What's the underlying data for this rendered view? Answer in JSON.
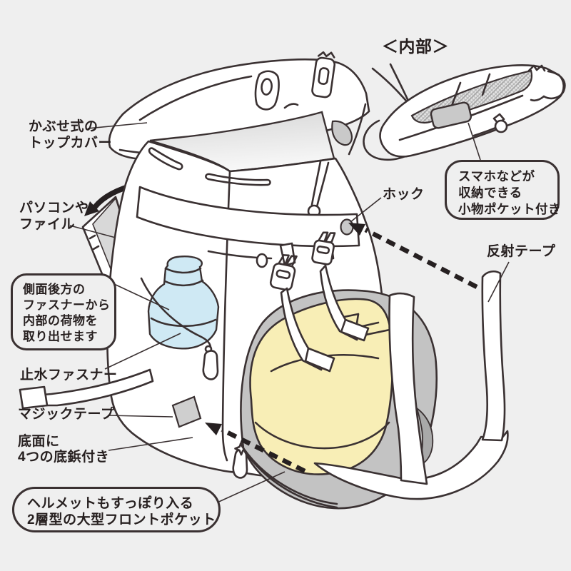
{
  "colors": {
    "background": "#efefef",
    "line": "#3a3132",
    "text": "#272020",
    "arrow": "#262021",
    "bottle": "#cfe9f4",
    "helmet": "#f8eeb6",
    "lining": "#c3c3c3",
    "lining_dark": "#a9a9a9",
    "laptop": "#d8d8d8",
    "phone": "#c9c9c9",
    "snap": "#c9c9c9"
  },
  "annotations": {
    "top_cover": {
      "lines": [
        "かぶせ式の",
        "トップカバー"
      ]
    },
    "pc_files": {
      "lines": [
        "パソコンや",
        "ファイル"
      ]
    },
    "side_zipper_note": {
      "lines": [
        "側面後方の",
        "ファスナーから",
        "内部の荷物を",
        "取り出せます"
      ]
    },
    "water_zipper": {
      "label": "止水ファスナー"
    },
    "velcro": {
      "label": "マジックテープ"
    },
    "bottom_studs": {
      "lines": [
        "底面に",
        "4つの底鋲付き"
      ]
    },
    "front_pocket_note": {
      "lines": [
        "ヘルメットもすっぽり入る",
        "2層型の大型フロントポケット"
      ]
    },
    "interior_title": {
      "label": "＜内部＞"
    },
    "pocket_note": {
      "lines": [
        "スマホなどが",
        "収納できる",
        "小物ポケット付き"
      ]
    },
    "hook": {
      "label": "ホック"
    },
    "reflective_tape": {
      "label": "反射テープ"
    }
  }
}
